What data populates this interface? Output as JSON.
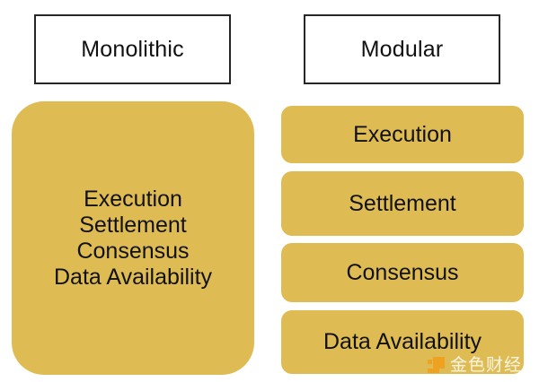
{
  "diagram": {
    "columns": [
      {
        "id": "monolithic",
        "title": "Monolithic",
        "type": "single-block",
        "layers": [
          "Execution",
          "Settlement",
          "Consensus",
          "Data Availability"
        ]
      },
      {
        "id": "modular",
        "title": "Modular",
        "type": "stacked-bars",
        "layers": [
          "Execution",
          "Settlement",
          "Consensus",
          "Data Availability"
        ]
      }
    ]
  },
  "colors": {
    "block_gold": "#debc53",
    "border_dark": "#262626",
    "text_dark": "#111111",
    "background": "#ffffff",
    "watermark_mark": "#f0a01e",
    "watermark_text": "#ffffff"
  },
  "watermark": {
    "text": "金色财经",
    "icon": "square-logo-mark"
  }
}
